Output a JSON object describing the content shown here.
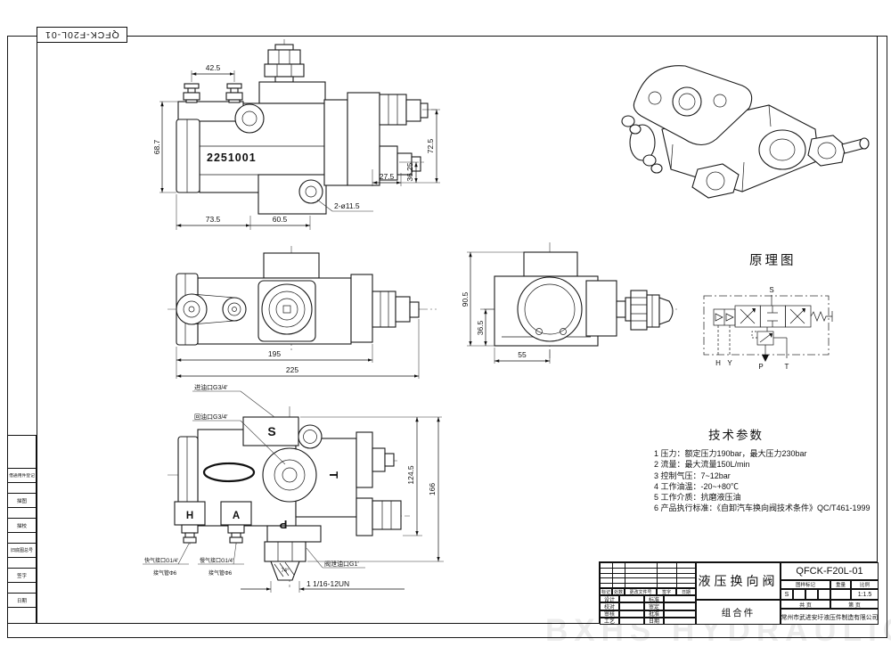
{
  "sheet": {
    "top_label": "QFCK-F20L-01",
    "margin_labels": [
      "借通用件登记",
      "描图",
      "描校",
      "旧底图总号",
      "签字",
      "日期"
    ],
    "watermark": "BXHS HYDRAULIC"
  },
  "side_view": {
    "part_number": "2251001",
    "dim_pitch": "42.5",
    "dim_height": "68.7",
    "dim_left": "73.5",
    "dim_right": "60.5",
    "dim_holes": "2-ø11.5",
    "dim_a": "27.5",
    "dim_b": "36.25",
    "dim_c": "72.5"
  },
  "front_view": {
    "dim_inner": "195",
    "dim_overall": "225"
  },
  "end_view": {
    "dim_height": "90.5",
    "dim_mid": "36.5",
    "dim_width": "55"
  },
  "bottom_view": {
    "dim_inner": "124.5",
    "dim_overall": "166",
    "thread": "1 1/16-12UN",
    "cone_angle": "74°",
    "port_s": "S",
    "port_t": "T",
    "port_h": "H",
    "port_a": "A",
    "port_p": "P",
    "callout_inlet": "进油口G3/4′",
    "callout_return": "回油口G3/4′",
    "callout_air_fast": "快气接口G1/4′",
    "callout_air_fast_pipe": "接气管Φ6",
    "callout_air_slow": "慢气接口G1/4′",
    "callout_air_slow_pipe": "接气管Φ6",
    "callout_drain": "阀泄油口G1′"
  },
  "schematic": {
    "title": "原理图",
    "port_s": "S",
    "port_h": "H",
    "port_y": "Y",
    "port_p": "P",
    "port_t": "T"
  },
  "tech_params": {
    "title": "技术参数",
    "items": [
      "1 压力：额定压力190bar，最大压力230bar",
      "2 流量：最大流量150L/min",
      "3 控制气压：7~12bar",
      "4 工作油温：-20~+80℃",
      "5 工作介质：抗磨液压油",
      "6 产品执行标准：《自卸汽车换向阀技术条件》QC/T461-1999"
    ]
  },
  "title_block": {
    "drawing_no": "QFCK-F20L-01",
    "product_name": "液压换向阀",
    "part_type": "组合件",
    "company": "常州市武进安圩液压件制造有限公司",
    "col_mark": "图样标记",
    "col_weight": "重量",
    "col_scale": "比例",
    "mark_value": "S",
    "scale_value": "1:1.5",
    "pages_total": "共  页",
    "pages_no": "第  页",
    "rev_cols": [
      "标记",
      "处数",
      "更改文件号",
      "签字",
      "日期"
    ],
    "sign_left": [
      "设计",
      "校对",
      "审核",
      "工艺"
    ],
    "sign_right": [
      "标准",
      "审定",
      "批准",
      "日期"
    ]
  }
}
